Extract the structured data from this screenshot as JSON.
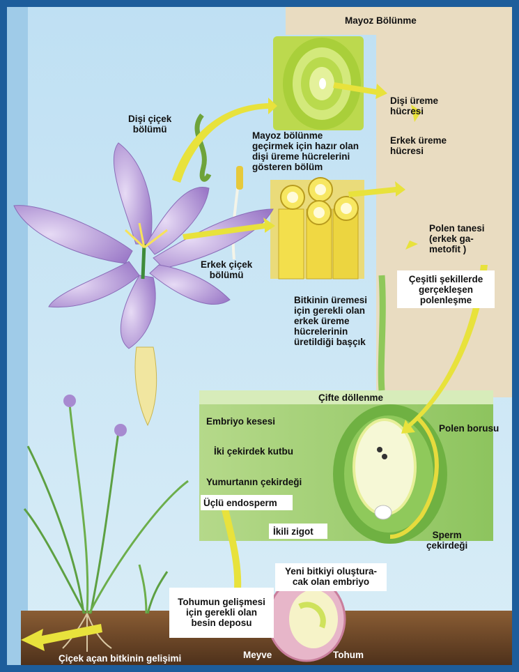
{
  "titles": {
    "meiosis": "Mayoz Bölünme",
    "double_fertilization": "Çifte döllenme"
  },
  "labels": {
    "female_flower_part": [
      "Dişi çiçek",
      "bölümü"
    ],
    "meiosis_ready": [
      "Mayoz bölünme",
      "geçirmek için hazır olan",
      "dişi üreme hücrelerini",
      "gösteren bölüm"
    ],
    "female_cell": [
      "Dişi üreme",
      "hücresi"
    ],
    "male_cell": [
      "Erkek üreme",
      "hücresi"
    ],
    "pollen_grain": [
      "Polen tanesi",
      "(erkek ga-",
      "metofit )"
    ],
    "pollination": [
      "Çeşitli şekillerde",
      "gerçekleşen",
      "polenleşme"
    ],
    "male_flower_part": [
      "Erkek çiçek",
      "bölümü"
    ],
    "anther": [
      "Bitkinin üremesi",
      "için gerekli olan",
      "erkek üreme",
      "hücrelerinin",
      "üretildiği başçık"
    ],
    "embryo_sac": "Embriyo kesesi",
    "polar_nuclei": "İki çekirdek kutbu",
    "egg_nucleus": "Yumurtanın çekirdeği",
    "triploid_endosperm": "Üçlü endosperm",
    "diploid_zygote": "İkili zigot",
    "pollen_tube": "Polen borusu",
    "sperm_nucleus": [
      "Sperm",
      "çekirdeği"
    ],
    "new_embryo": [
      "Yeni bitkiyi oluştura-",
      "cak olan embriyo"
    ],
    "food_store": [
      "Tohumun gelişmesi",
      "için gerekli olan",
      "besin deposu"
    ],
    "fruit": "Meyve",
    "seed": "Tohum",
    "growth": "Çiçek açan bitkinin gelişimi"
  },
  "colors": {
    "frame": "#1d5d9b",
    "sky": "#cde6f5",
    "beige": "#e9dcc1",
    "green_panel": "#9bcc6a",
    "arrow": "#e8e23c",
    "petal": "#a98ad0",
    "soil": "#6b4626"
  }
}
